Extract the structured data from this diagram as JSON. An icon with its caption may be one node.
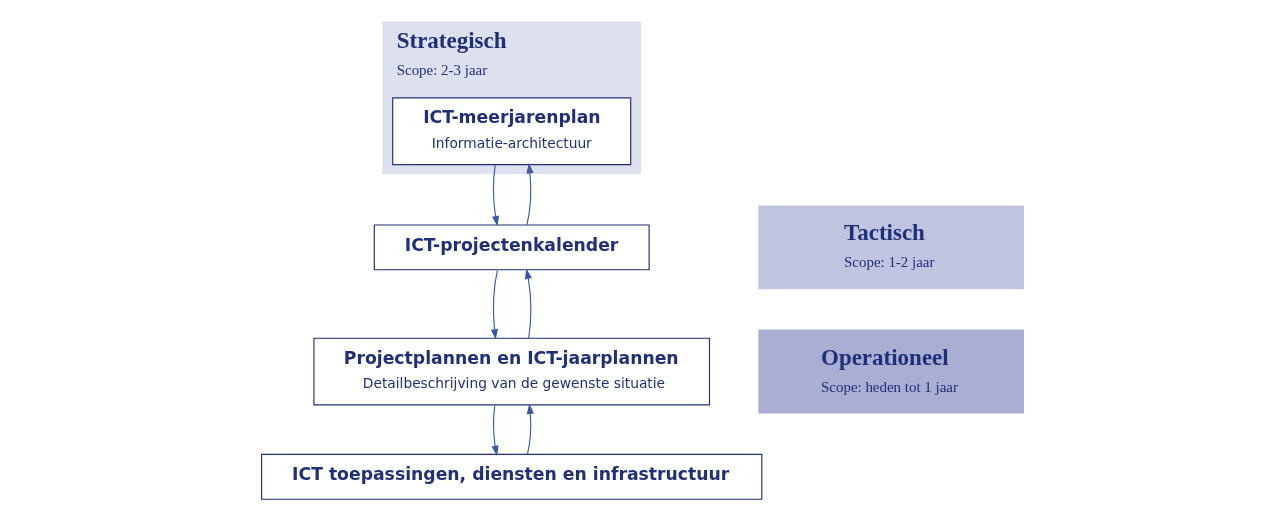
{
  "diagram": {
    "nodes": [
      {
        "text": [
          "Strategisch",
          "Scope: 2-3 jaar"
        ]
      },
      {
        "text": [
          "ICT-meerjarenplan",
          "Informatie-architectuur"
        ],
        "in": 0
      },
      {
        "text": [
          "Tactisch",
          "Scope: 1-2 jaar"
        ]
      },
      {
        "text": [
          "Operationeel",
          "Scope: heden tot 1 jaar"
        ]
      },
      {
        "text": [
          "ICT-projectenkalender"
        ]
      },
      {
        "text": [
          "Projectplannen en ICT-jaarplannen",
          "Detailbeschrijving van de gewenste situatie"
        ]
      },
      {
        "text": [
          "ICT toepassingen, diensten en infrastructuur"
        ]
      }
    ],
    "edges": [
      {
        "from": 4,
        "to": 1,
        "arrow": "to"
      },
      {
        "from": 1,
        "to": 4,
        "arrow": "to"
      },
      {
        "from": 5,
        "to": 4,
        "arrow": "to"
      },
      {
        "from": 4,
        "to": 5,
        "arrow": "to"
      },
      {
        "from": 6,
        "to": 5,
        "arrow": "to"
      },
      {
        "from": 5,
        "to": 6,
        "arrow": "to"
      }
    ]
  }
}
